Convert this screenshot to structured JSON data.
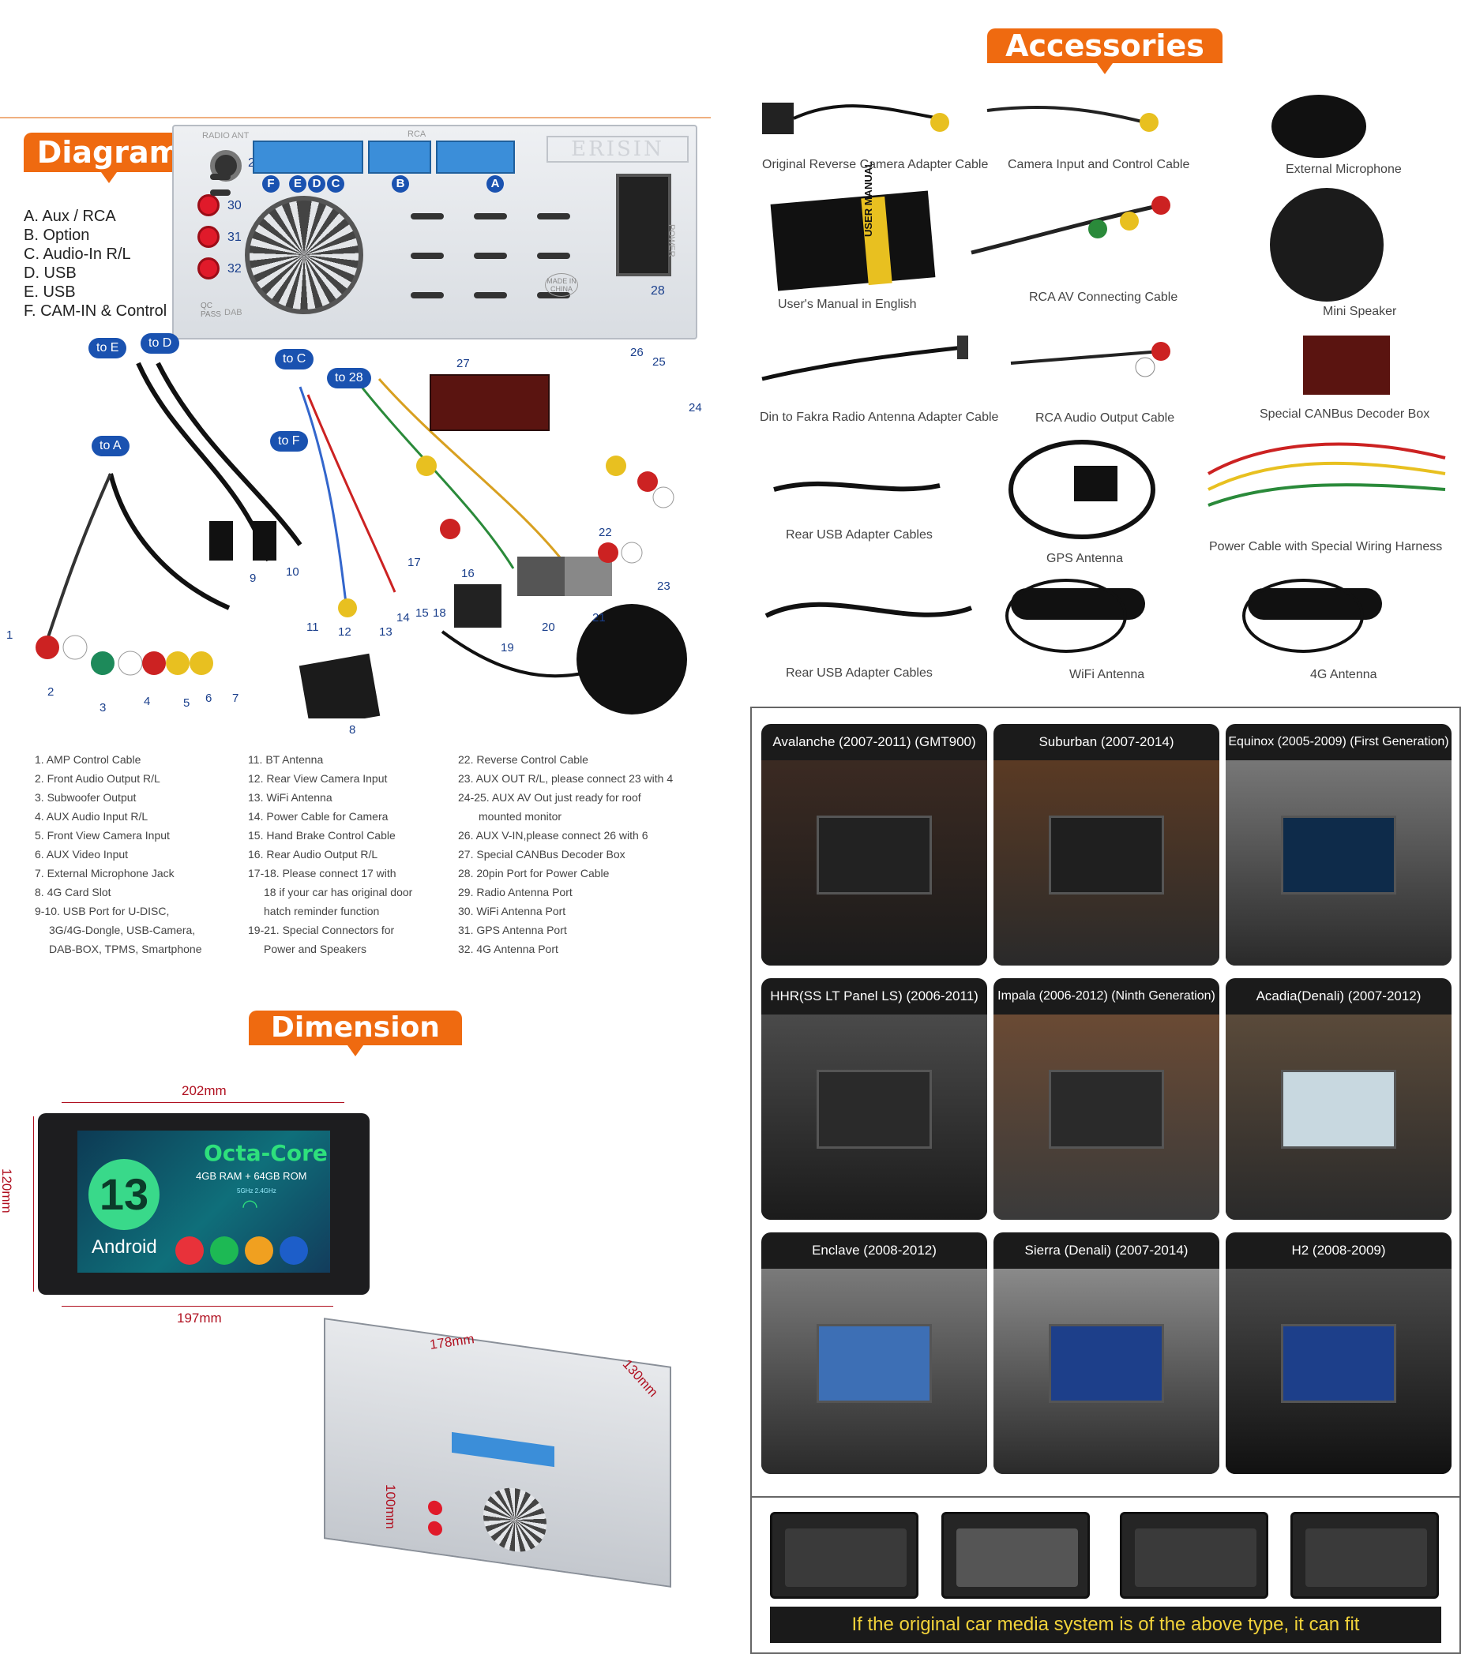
{
  "diagram": {
    "tag": "Diagram",
    "legend": [
      "A. Aux / RCA",
      "B. Option",
      "C. Audio-In R/L",
      "D. USB",
      "E. USB",
      "F. CAM-IN & Control"
    ],
    "unit": {
      "brand": "ERISIN",
      "radio_ant": "RADIO ANT",
      "rca": "RCA",
      "power": "POWER",
      "made_in": "MADE IN CHINA",
      "qc_pass": "QC PASS",
      "dab": "DAB",
      "port_numbers": [
        "29",
        "30",
        "31",
        "32",
        "28"
      ],
      "port_letters": [
        "F",
        "E",
        "D",
        "C",
        "B",
        "A"
      ]
    },
    "bubbles": [
      "to E",
      "to D",
      "to C",
      "to 28",
      "to F",
      "to A"
    ],
    "connector_numbers": [
      "1",
      "2",
      "3",
      "4",
      "5",
      "6",
      "7",
      "8",
      "9",
      "10",
      "11",
      "12",
      "13",
      "14",
      "15",
      "16",
      "17",
      "18",
      "19",
      "20",
      "21",
      "22",
      "23",
      "24",
      "25",
      "26",
      "27"
    ],
    "descriptions_col1": [
      "1. AMP Control Cable",
      "2. Front Audio Output R/L",
      "3. Subwoofer Output",
      "4. AUX Audio Input R/L",
      "5. Front View Camera Input",
      "6. AUX Video Input",
      "7. External Microphone Jack",
      "8. 4G Card Slot",
      "9-10. USB Port for U-DISC,",
      "3G/4G-Dongle, USB-Camera,",
      "DAB-BOX, TPMS, Smartphone"
    ],
    "descriptions_col2": [
      "11. BT Antenna",
      "12. Rear View Camera Input",
      "13. WiFi Antenna",
      "14. Power Cable for Camera",
      "15. Hand Brake Control Cable",
      "16. Rear Audio Output R/L",
      "17-18. Please connect 17 with",
      "18 if your car has original door",
      "hatch reminder function",
      "19-21. Special Connectors for",
      "Power and Speakers"
    ],
    "descriptions_col3": [
      "22. Reverse Control Cable",
      "23. AUX OUT R/L, please connect 23 with 4",
      "24-25. AUX AV Out just ready for roof",
      "mounted monitor",
      "26. AUX V-IN,please connect 26 with 6",
      "27. Special CANBus Decoder Box",
      "28. 20pin Port for Power Cable",
      "29. Radio Antenna Port",
      "30. WiFi Antenna Port",
      "31. GPS Antenna Port",
      "32. 4G Antenna Port"
    ]
  },
  "accessories": {
    "tag": "Accessories",
    "items": [
      "Original Reverse Camera Adapter Cable",
      "Camera Input and Control Cable",
      "External Microphone",
      "User's Manual in English",
      "RCA AV Connecting Cable",
      "Mini Speaker",
      "Din to Fakra Radio Antenna Adapter Cable",
      "RCA Audio Output Cable",
      "Special CANBus Decoder Box",
      "Rear USB Adapter Cables",
      "GPS Antenna",
      "Power Cable with Special Wiring Harness",
      "Rear USB Adapter Cables",
      "WiFi Antenna",
      "4G Antenna"
    ],
    "manual_cover": "USER MANUAL"
  },
  "dimension": {
    "tag": "Dimension",
    "width_top": "202mm",
    "width_bottom": "197mm",
    "height": "120mm",
    "box_width": "178mm",
    "box_depth": "130mm",
    "box_height": "100mm",
    "screen": {
      "headline": "Octa-Core",
      "memory": "4GB RAM + 64GB ROM",
      "wifi_bands": "5GHz  2.4GHz",
      "android_version": "13",
      "android_label": "Android"
    }
  },
  "vehicles": [
    "Avalanche (2007-2011) (GMT900)",
    "Suburban (2007-2014)",
    "Equinox (2005-2009) (First Generation)",
    "HHR(SS LT Panel LS) (2006-2011)",
    "Impala (2006-2012) (Ninth Generation)",
    "Acadia(Denali) (2007-2012)",
    "Enclave (2008-2012)",
    "Sierra (Denali) (2007-2014)",
    "H2 (2008-2009)"
  ],
  "fit_banner": "If the original car media system is of the above type, it can fit",
  "colors": {
    "tag_orange": "#ef6a10",
    "bubble_blue": "#1a52b0",
    "banner_text": "#f2d33a",
    "dimension_red": "#b01020"
  }
}
